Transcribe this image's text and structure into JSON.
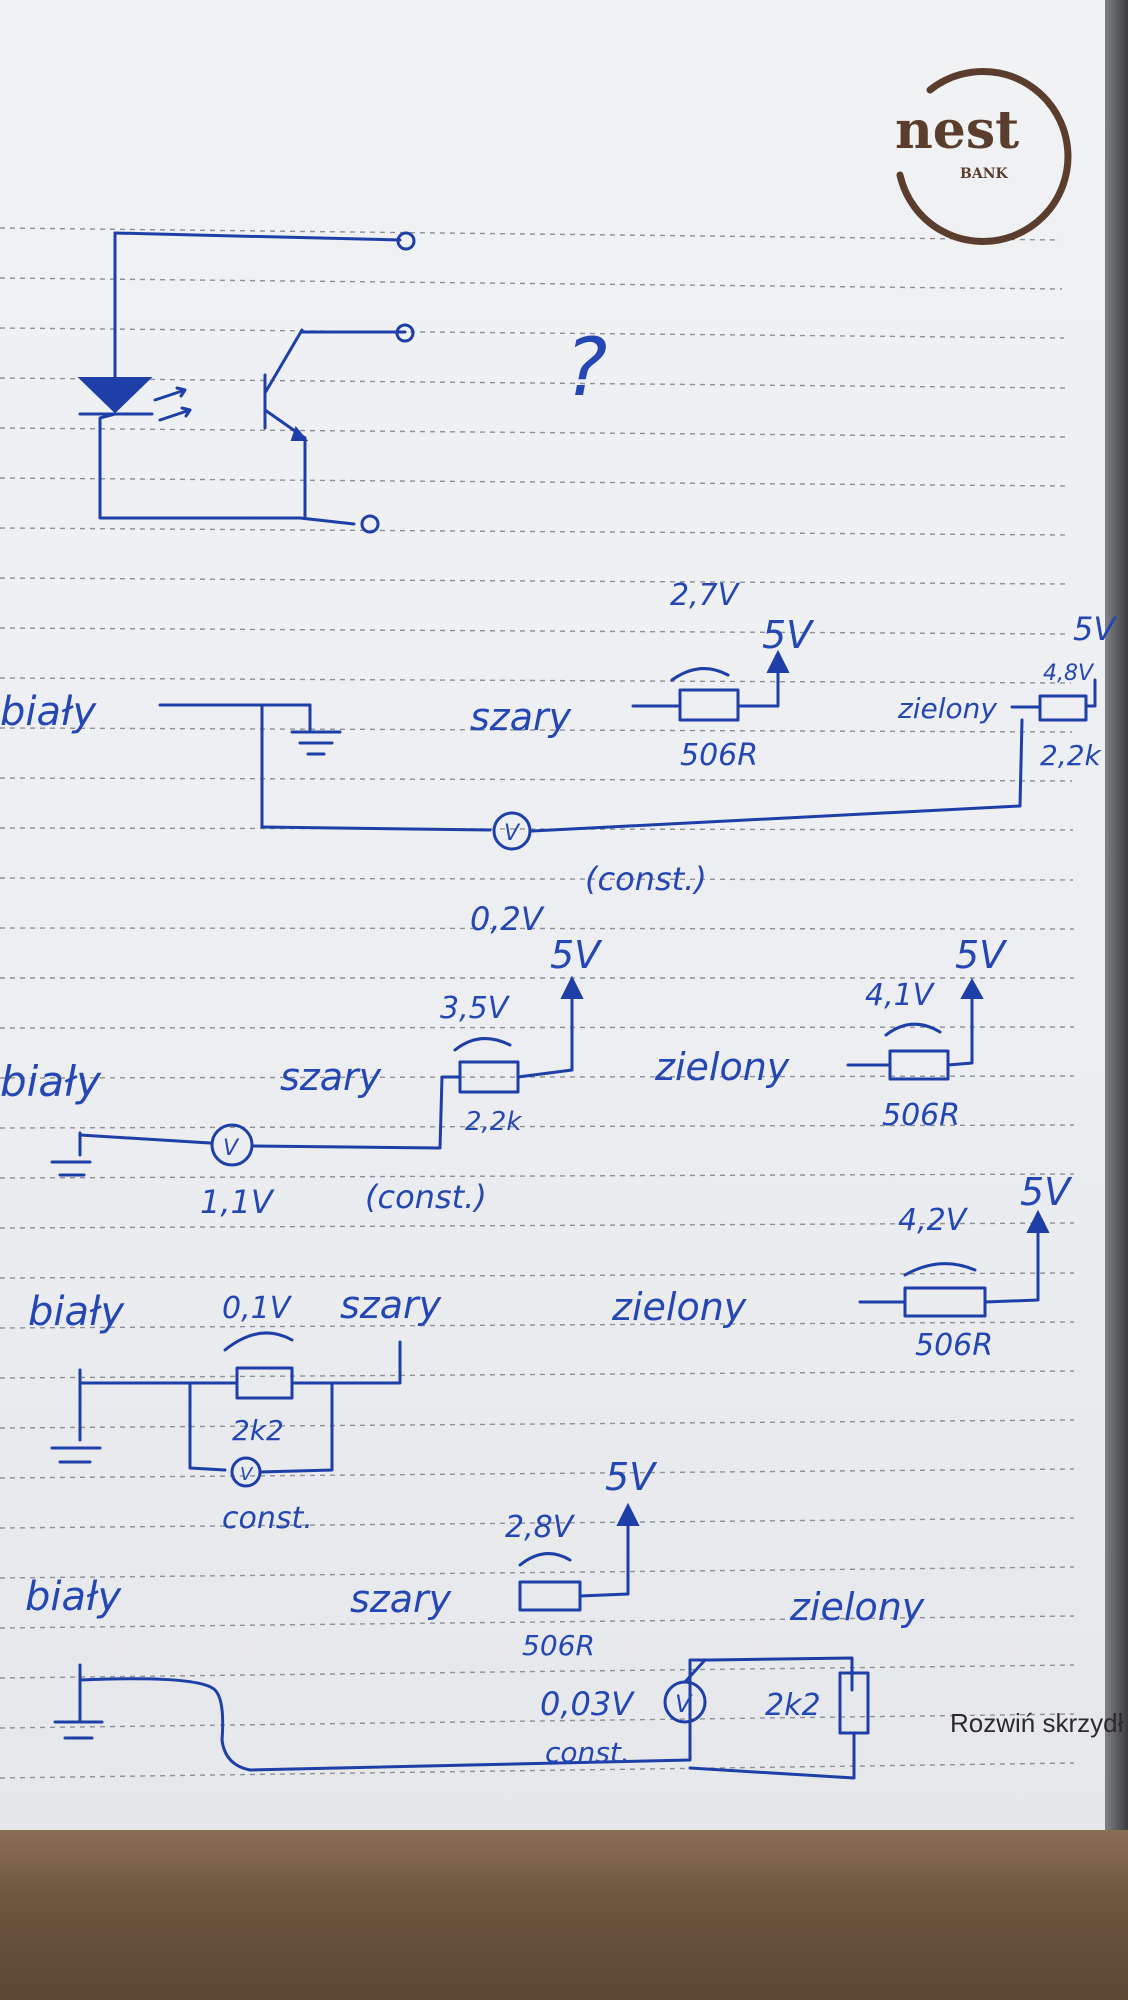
{
  "logo": {
    "brand": "nest",
    "sub": "BANK"
  },
  "footer_print": "Rozwiń skrzydł",
  "question_mark": "?",
  "circuit1": {
    "white": "biały",
    "gray": "szary",
    "green": "zielony",
    "v_pot": "2,7V",
    "supply_a": "5V",
    "res_a": "506R",
    "supply_b": "5V",
    "v_b": "4,8V",
    "res_b": "2,2k",
    "meter": "V",
    "reading": "0,2V",
    "const": "(const.)"
  },
  "circuit2": {
    "white": "biały",
    "gray": "szary",
    "green": "zielony",
    "supply_a": "5V",
    "v_a": "3,5V",
    "res_a": "2,2k",
    "supply_b": "5V",
    "v_b": "4,1V",
    "res_b": "506R",
    "meter": "V",
    "reading": "1,1V",
    "const": "(const.)"
  },
  "circuit3": {
    "white": "biały",
    "gray": "szary",
    "green": "zielony",
    "v_res": "0,1V",
    "res": "2k2",
    "meter": "V",
    "const": "const.",
    "supply_b": "5V",
    "v_b": "4,2V",
    "res_b": "506R"
  },
  "circuit4": {
    "white": "biały",
    "gray": "szary",
    "green": "zielony",
    "supply": "5V",
    "v_pot": "2,8V",
    "res_pot": "506R",
    "meter": "V",
    "reading": "0,03V",
    "const": "const.",
    "res": "2k2"
  },
  "colors": {
    "ink": "#1f3fa8",
    "paper": "#eceef1",
    "logo": "#5a3d2c",
    "table": "#6e563f"
  }
}
